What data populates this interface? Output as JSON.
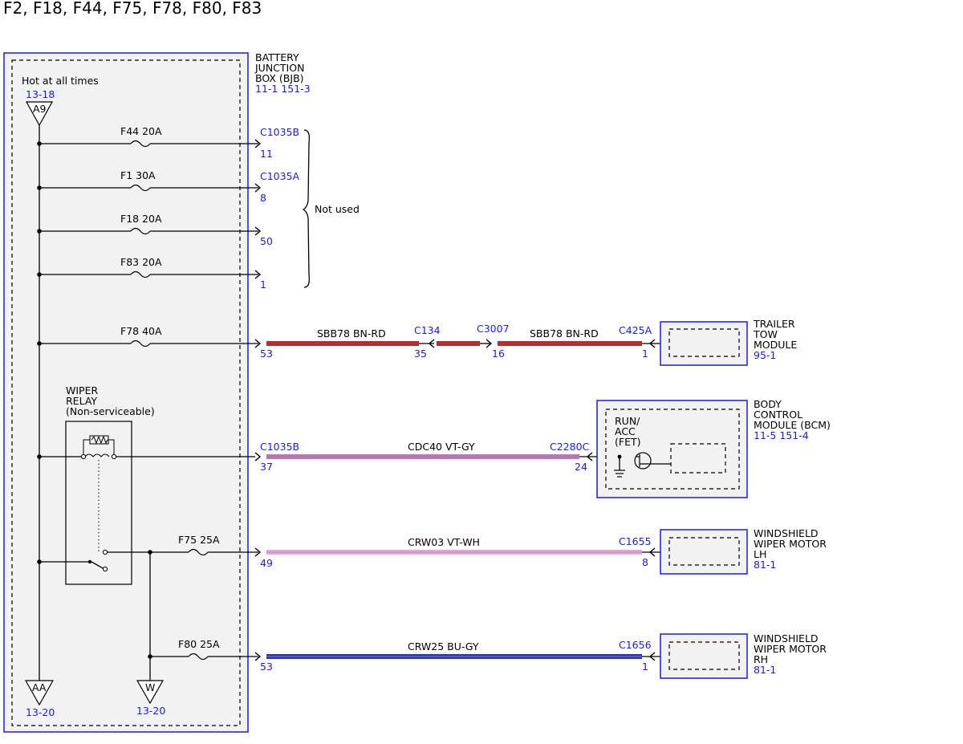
{
  "title": "F2, F18, F44, F75, F78, F80, F83",
  "bjb": {
    "name_lines": [
      "BATTERY",
      "JUNCTION",
      "BOX (BJB)"
    ],
    "ref": "11-1  151-3",
    "hot_label": "Hot at all times",
    "a9_ref": "13-18",
    "a9_label": "A9",
    "aa_label": "AA",
    "aa_ref": "13-20",
    "w_label": "W",
    "w_ref": "13-20"
  },
  "not_used_label": "Not used",
  "fuses": [
    {
      "fuse": "F44",
      "amp": "20A",
      "connector": "C1035B",
      "pin": "11"
    },
    {
      "fuse": "F1",
      "amp": "30A",
      "connector": "C1035A",
      "pin": "8"
    },
    {
      "fuse": "F18",
      "amp": "20A",
      "connector": "",
      "pin": "50"
    },
    {
      "fuse": "F83",
      "amp": "20A",
      "connector": "",
      "pin": "1"
    },
    {
      "fuse": "F78",
      "amp": "40A",
      "connector": "",
      "pin": "53"
    }
  ],
  "relay": {
    "label_lines": [
      "WIPER",
      "RELAY",
      "(Non-serviceable)"
    ]
  },
  "relay_fuses": [
    {
      "fuse": "F75",
      "amp": "25A"
    },
    {
      "fuse": "F80",
      "amp": "25A"
    }
  ],
  "circuits": [
    {
      "wire1": "SBB78  BN-RD",
      "wire2": "SBB78  BN-RD",
      "color": "#c0282a",
      "c1": "C134",
      "p1": "35",
      "c2": "C3007",
      "p2": "16",
      "end_conn": "C425A",
      "end_pin": "1",
      "module_lines": [
        "TRAILER",
        "TOW",
        "MODULE"
      ],
      "module_ref": "95-1"
    },
    {
      "start_conn": "C1035B",
      "start_pin": "37",
      "wire": "CDC40  VT-GY",
      "color": "#c96fc0",
      "end_conn": "C2280C",
      "end_pin": "24",
      "module_lines": [
        "BODY",
        "CONTROL",
        "MODULE (BCM)"
      ],
      "module_ref": "11-5  151-4",
      "internal_lines": [
        "RUN/",
        "ACC",
        "(FET)"
      ]
    },
    {
      "start_pin": "49",
      "wire": "CRW03  VT-WH",
      "color": "#e8a4e0",
      "end_conn": "C1655",
      "end_pin": "8",
      "module_lines": [
        "WINDSHIELD",
        "WIPER MOTOR",
        "LH"
      ],
      "module_ref": "81-1"
    },
    {
      "start_pin": "53",
      "wire": "CRW25  BU-GY",
      "color": "#2430c8",
      "end_conn": "C1656",
      "end_pin": "1",
      "module_lines": [
        "WINDSHIELD",
        "WIPER MOTOR",
        "RH"
      ],
      "module_ref": "81-1"
    }
  ],
  "colors": {
    "connector_blue": "#1a1ae6",
    "bn_rd": "#c0282a",
    "vt_gy": "#c96fc0",
    "vt_wh": "#e8a4e0",
    "bu_gy": "#2430c8",
    "module_fill": "#f2f2f2"
  }
}
